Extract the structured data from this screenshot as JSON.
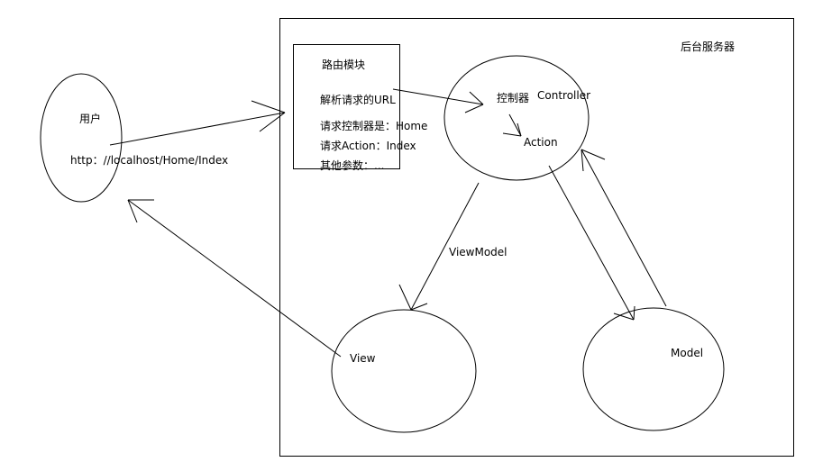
{
  "user": {
    "title": "用户",
    "url": "http：//localhost/Home/Index"
  },
  "server": {
    "title": "后台服务器"
  },
  "router": {
    "title": "路由模块",
    "lines": [
      "解析请求的URL",
      "请求控制器是：Home",
      "请求Action：Index",
      "其他参数：..."
    ]
  },
  "controller": {
    "label_cn": "控制器",
    "label_en": "Controller",
    "action_label": "Action"
  },
  "view": {
    "label": "View"
  },
  "model": {
    "label": "Model"
  },
  "edges": {
    "controller_to_view": "ViewModel"
  },
  "colors": {
    "stroke": "#000000",
    "background": "#ffffff"
  }
}
